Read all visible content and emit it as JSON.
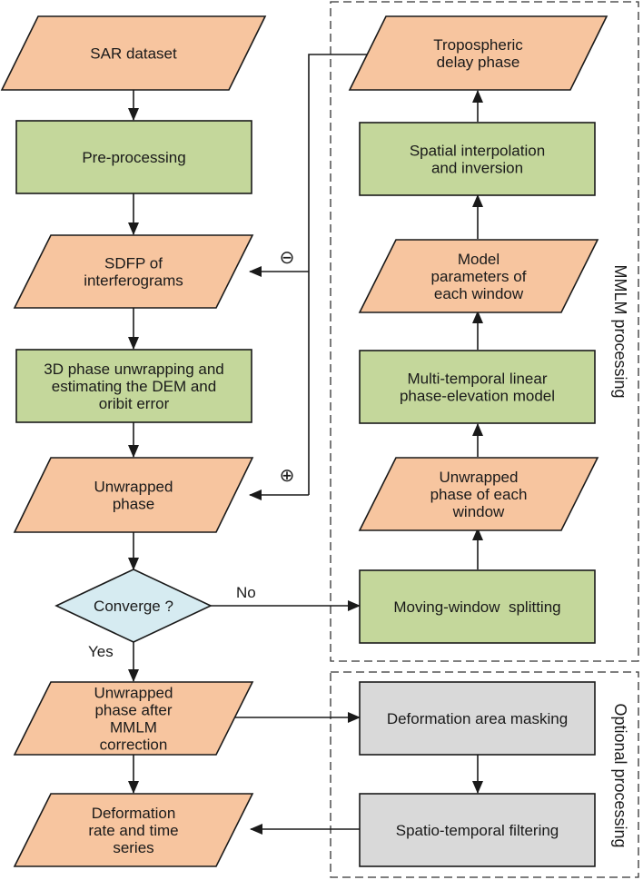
{
  "colors": {
    "io_fill": "#f7c59f",
    "process_fill": "#c4d79b",
    "decision_fill": "#d6ebf1",
    "optional_fill": "#d9d9d9",
    "stroke": "#1a1a1a"
  },
  "groups": {
    "mmlm": {
      "label": "MMLM processing"
    },
    "optional": {
      "label": "Optional processing"
    }
  },
  "nodes": {
    "sar_dataset": {
      "lines": [
        "SAR dataset"
      ]
    },
    "pre_processing": {
      "lines": [
        "Pre-processing"
      ]
    },
    "sdfp": {
      "lines": [
        "SDFP of",
        "interferograms"
      ]
    },
    "unwrapping": {
      "lines": [
        "3D phase unwrapping and",
        "estimating the DEM and",
        "oribit error"
      ]
    },
    "unwrapped_phase": {
      "lines": [
        "Unwrapped",
        "phase"
      ]
    },
    "converge": {
      "lines": [
        "Converge ?"
      ]
    },
    "unwrapped_after": {
      "lines": [
        "Unwrapped",
        "phase after",
        "MMLM",
        "correction"
      ]
    },
    "deformation_rate": {
      "lines": [
        "Deformation",
        "rate and time",
        "series"
      ]
    },
    "tropospheric": {
      "lines": [
        "Tropospheric",
        "delay phase"
      ]
    },
    "spatial_interp": {
      "lines": [
        "Spatial interpolation",
        "and inversion"
      ]
    },
    "model_params": {
      "lines": [
        "Model",
        "parameters of",
        "each window"
      ]
    },
    "multi_temporal": {
      "lines": [
        "Multi-temporal linear",
        "phase-elevation model"
      ]
    },
    "unwrapped_window": {
      "lines": [
        "Unwrapped",
        "phase of each",
        "window"
      ]
    },
    "moving_window": {
      "lines": [
        "Moving-window  splitting"
      ]
    },
    "deformation_mask": {
      "lines": [
        "Deformation area masking"
      ]
    },
    "spatio_temporal": {
      "lines": [
        "Spatio-temporal filtering"
      ]
    }
  },
  "edge_labels": {
    "no": "No",
    "yes": "Yes",
    "minus": "⊖",
    "plus": "⊕"
  }
}
